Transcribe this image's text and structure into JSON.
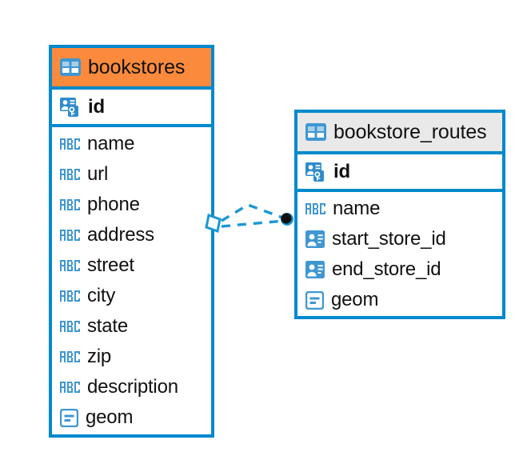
{
  "diagram": {
    "type": "entity-relationship-diagram",
    "colors": {
      "border": "#0089ce",
      "header_highlight": "#fb8a3c",
      "header_default": "#e9e9e9",
      "icon_blue": "#3f97d3",
      "text": "#111111",
      "connector": "#0089ce",
      "connector_endpoint": "#111111"
    },
    "entities": [
      {
        "name": "bookstores",
        "header_icon": "table-icon",
        "header_style": "accent-orange",
        "key_field": {
          "label": "id",
          "icon": "primary-key-icon"
        },
        "fields": [
          {
            "label": "name",
            "icon": "text-abc-icon"
          },
          {
            "label": "url",
            "icon": "text-abc-icon"
          },
          {
            "label": "phone",
            "icon": "text-abc-icon"
          },
          {
            "label": "address",
            "icon": "text-abc-icon"
          },
          {
            "label": "street",
            "icon": "text-abc-icon"
          },
          {
            "label": "city",
            "icon": "text-abc-icon"
          },
          {
            "label": "state",
            "icon": "text-abc-icon"
          },
          {
            "label": "zip",
            "icon": "text-abc-icon"
          },
          {
            "label": "description",
            "icon": "text-abc-icon"
          },
          {
            "label": "geom",
            "icon": "geometry-icon"
          }
        ]
      },
      {
        "name": "bookstore_routes",
        "header_icon": "table-icon",
        "header_style": "accent-grey",
        "key_field": {
          "label": "id",
          "icon": "primary-key-icon"
        },
        "fields": [
          {
            "label": "name",
            "icon": "text-abc-icon"
          },
          {
            "label": "start_store_id",
            "icon": "foreign-key-icon"
          },
          {
            "label": "end_store_id",
            "icon": "foreign-key-icon"
          },
          {
            "label": "geom",
            "icon": "geometry-icon"
          }
        ]
      }
    ],
    "relationship": {
      "style": "dashed",
      "source_endpoint": "diamond-outline",
      "target_endpoint": "filled-circle",
      "source_entity": "bookstores",
      "target_entity": "bookstore_routes"
    }
  }
}
